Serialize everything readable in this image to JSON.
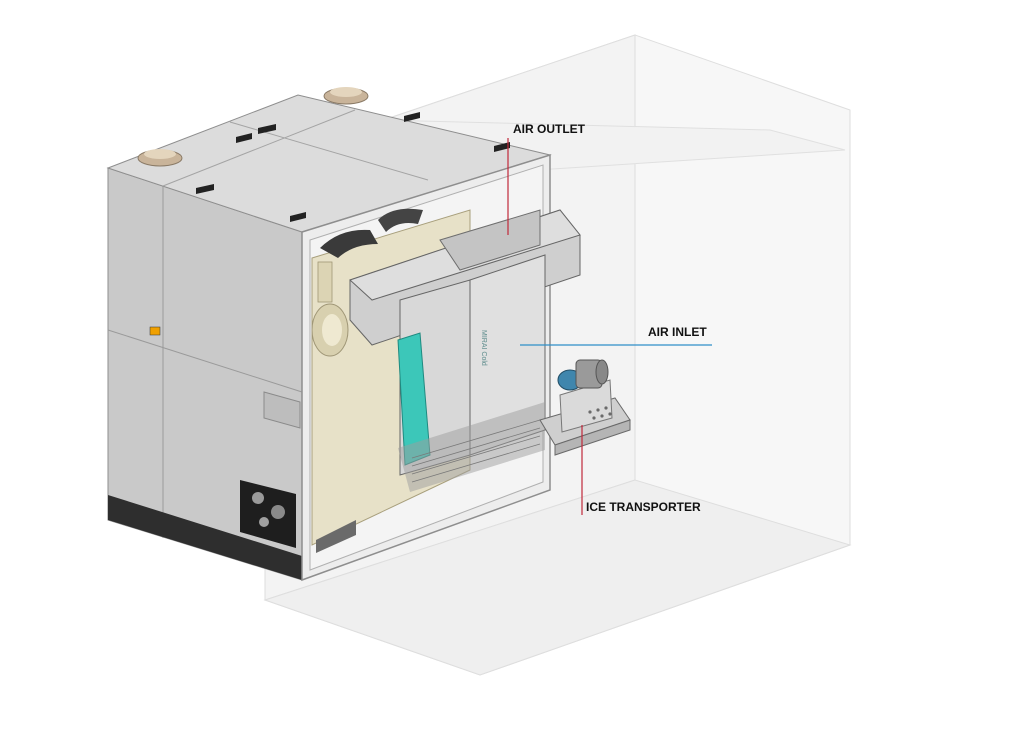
{
  "labels": {
    "air_outlet": "AIR OUTLET",
    "air_inlet": "AIR INLET",
    "ice_transporter": "ICE TRANSPORTER"
  },
  "panel_text": "MIRAI Cold",
  "colors": {
    "background": "#ffffff",
    "housing": "#d3d3d3",
    "housing_dark": "#b9b9b9",
    "base": "#2e2e2e",
    "ghost_box": "#cfcfcf",
    "compressor": "#e6e0c6",
    "coil": "#3cc7b9",
    "motor": "#3f86ad",
    "outlet_line": "#c0283a",
    "inlet_line": "#2f8fc8",
    "transporter_line": "#c0283a"
  }
}
